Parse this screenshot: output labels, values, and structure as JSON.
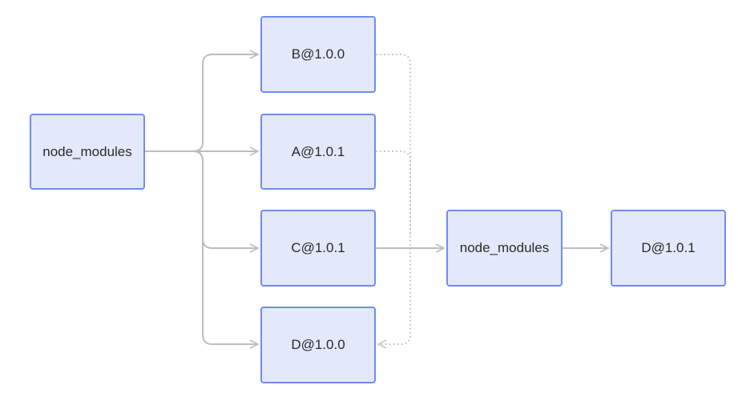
{
  "nodes": {
    "root": "node_modules",
    "b": "B@1.0.0",
    "a": "A@1.0.1",
    "c": "C@1.0.1",
    "d0": "D@1.0.0",
    "nested_modules": "node_modules",
    "d1": "D@1.0.1"
  },
  "colors": {
    "node_fill": "#e3e8fb",
    "node_border": "#6f8df0",
    "edge_solid": "#bdbdbd",
    "edge_dotted": "#c8c8c8"
  }
}
